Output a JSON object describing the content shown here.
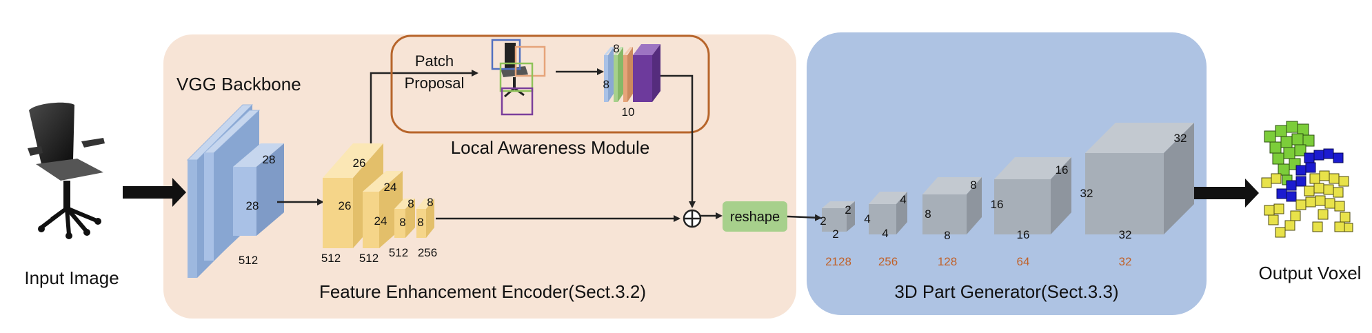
{
  "input": {
    "label": "Input Image"
  },
  "output": {
    "label": "Output Voxel"
  },
  "encoder": {
    "title": "Feature Enhancement Encoder(Sect.3.2)",
    "backbone_label": "VGG Backbone",
    "backbone_dims": {
      "a": "28",
      "b": "28",
      "c": "512"
    },
    "blocks": [
      {
        "h": "26",
        "w": "26",
        "c": "512"
      },
      {
        "h": "24",
        "w": "24",
        "c": "512"
      },
      {
        "h": "8",
        "w": "8",
        "c": "512"
      },
      {
        "h": "8",
        "w": "8",
        "c": "256"
      }
    ]
  },
  "lam": {
    "title": "Local Awareness Module",
    "patch_line1": "Patch",
    "patch_line2": "Proposal",
    "dims": {
      "a": "8",
      "b": "8",
      "c": "10"
    }
  },
  "reshape_label": "reshape",
  "generator": {
    "title": "3D Part Generator(Sect.3.3)",
    "cubes": [
      {
        "d": "2",
        "channels": "2128"
      },
      {
        "d": "4",
        "channels": "256"
      },
      {
        "d": "8",
        "channels": "128"
      },
      {
        "d": "16",
        "channels": "64"
      },
      {
        "d": "32",
        "channels": "32"
      }
    ]
  },
  "colors": {
    "encoder_bg": "#f7e4d6",
    "generator_bg": "#aec3e3",
    "lam_border": "#b7652b",
    "vgg_blue": "#9db8df",
    "feature_yellow": "#f5d589",
    "reshape_green": "#a7d08c",
    "cube_gray": "#a7afb8",
    "channel_orange": "#c0622a",
    "voxel_green": "#7ccd3a",
    "voxel_blue": "#1b1bd0",
    "voxel_yellow": "#e8e24a"
  }
}
